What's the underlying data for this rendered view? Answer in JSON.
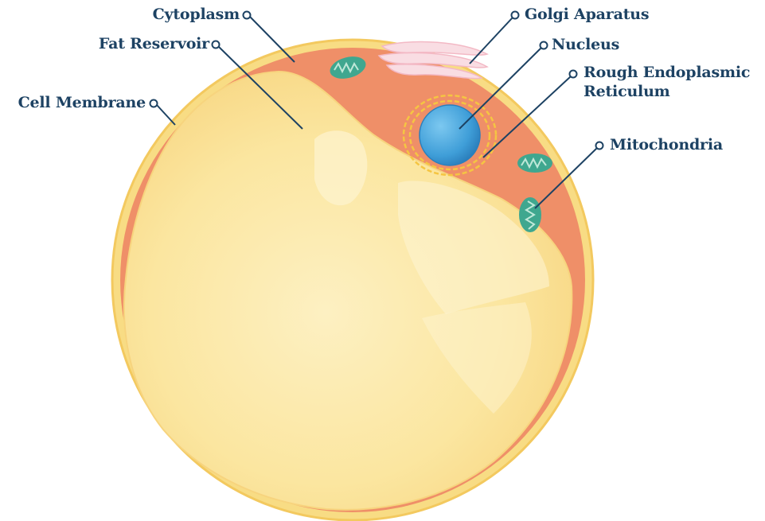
{
  "colors": {
    "label_text": "#1d4263",
    "leader_line": "#1d4263",
    "membrane_outer": "#f6d37a",
    "cytoplasm": "#ef8f68",
    "fat_reservoir": "#fbe6a0",
    "nucleus": "#3f9ed8",
    "rough_er": "#f5c542",
    "golgi": "#f9dde3",
    "mitochondria": "#3fa78f"
  },
  "labels": {
    "cytoplasm": "Cytoplasm",
    "fat_reservoir": "Fat Reservoir",
    "cell_membrane": "Cell Membrane",
    "golgi": "Golgi Aparatus",
    "nucleus": "Nucleus",
    "rer_line1": "Rough Endoplasmic",
    "rer_line2": "Reticulum",
    "mitochondria": "Mitochondria"
  }
}
